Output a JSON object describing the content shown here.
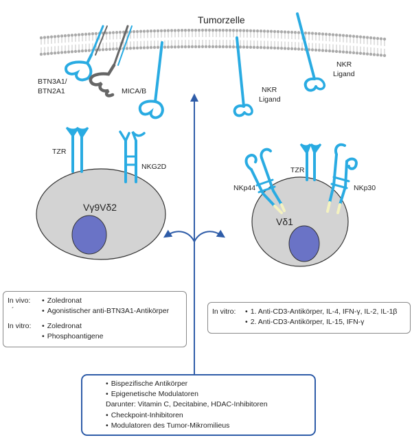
{
  "tumor_label": "Tumorzelle",
  "membrane_labels": {
    "btn": [
      "BTN3A1/",
      "BTN2A1"
    ],
    "mica": "MICA/B",
    "nkr_ligand_1": [
      "NKR",
      "Ligand"
    ],
    "nkr_ligand_2": [
      "NKR",
      "Ligand"
    ]
  },
  "left_cell": {
    "name": "Vγ9Vδ2",
    "tzr": "TZR",
    "nkg2d": "NKG2D"
  },
  "right_cell": {
    "name": "Vδ1",
    "tzr": "TZR",
    "nkp44": "NKp44",
    "nkp30": "NKp30"
  },
  "left_box": {
    "in_vivo_label": "In vivo:",
    "in_vivo_items": [
      "Zoledronat",
      "Agonistischer anti-BTN3A1-Antikörper"
    ],
    "tick_mark": "´",
    "in_vitro_label": "In vitro:",
    "in_vitro_items": [
      "Zoledronat",
      "Phosphoantigene"
    ]
  },
  "right_box": {
    "in_vitro_label": "In vitro:",
    "items": [
      "1. Anti-CD3-Antikörper, IL-4, IFN-γ, IL-2, IL-1β",
      "2. Anti-CD3-Antikörper, IL-15, IFN-γ"
    ]
  },
  "bottom_box": {
    "items": [
      "Bispezifische Antikörper",
      "Epigenetische Modulatoren",
      "Darunter: Vitamin C, Decitabine, HDAC-Inhibitoren",
      "Checkpoint-Inhibitoren",
      "Modulatoren des Tumor-Mikromilieus"
    ]
  },
  "colors": {
    "receptor": "#29abe2",
    "receptor_gray": "#666666",
    "cell": "#d3d3d3",
    "nucleus": "#6a73c6",
    "arrow": "#2e5ca8",
    "membrane": "#aaaaaa"
  }
}
